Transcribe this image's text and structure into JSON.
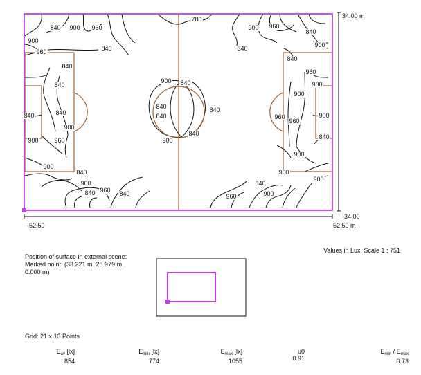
{
  "colors": {
    "boundary": "#c040e6",
    "pitch": "#a0622d",
    "iso": "#111111"
  },
  "axes": {
    "y_top": "34.00 m",
    "y_bottom": "-34.00",
    "x_left": "-52.50",
    "x_right": "52.50 m"
  },
  "iso_labels": [
    "840",
    "900",
    "960",
    "780",
    "900",
    "960",
    "840",
    "900",
    "840",
    "960",
    "840",
    "900",
    "840",
    "840",
    "960",
    "840",
    "900",
    "900",
    "900",
    "840",
    "840",
    "840",
    "840",
    "840",
    "840",
    "840",
    "900",
    "900",
    "960",
    "960",
    "900",
    "900",
    "960",
    "840",
    "900",
    "900",
    "900",
    "840",
    "900",
    "840",
    "900",
    "960",
    "840",
    "840",
    "960",
    "900"
  ],
  "scale_note": "Values in Lux, Scale 1 : 751",
  "position": {
    "line1": "Position of surface in external scene:",
    "line2": "Marked point: (33.221 m, 28.979 m,",
    "line3": "0.000 m)"
  },
  "grid": "Grid: 21 x 13 Points",
  "stats": [
    {
      "label": "E",
      "sub": "av",
      "unit": " [lx]",
      "value": "854"
    },
    {
      "label": "E",
      "sub": "min",
      "unit": " [lx]",
      "value": "774"
    },
    {
      "label": "E",
      "sub": "max",
      "unit": " [lx]",
      "value": "1055"
    },
    {
      "label": "u0",
      "sub": "",
      "unit": "",
      "value": "0.91"
    },
    {
      "label": "E",
      "sub": "min",
      "unit": " / E",
      "sub2": "max",
      "value": "0.73"
    }
  ]
}
